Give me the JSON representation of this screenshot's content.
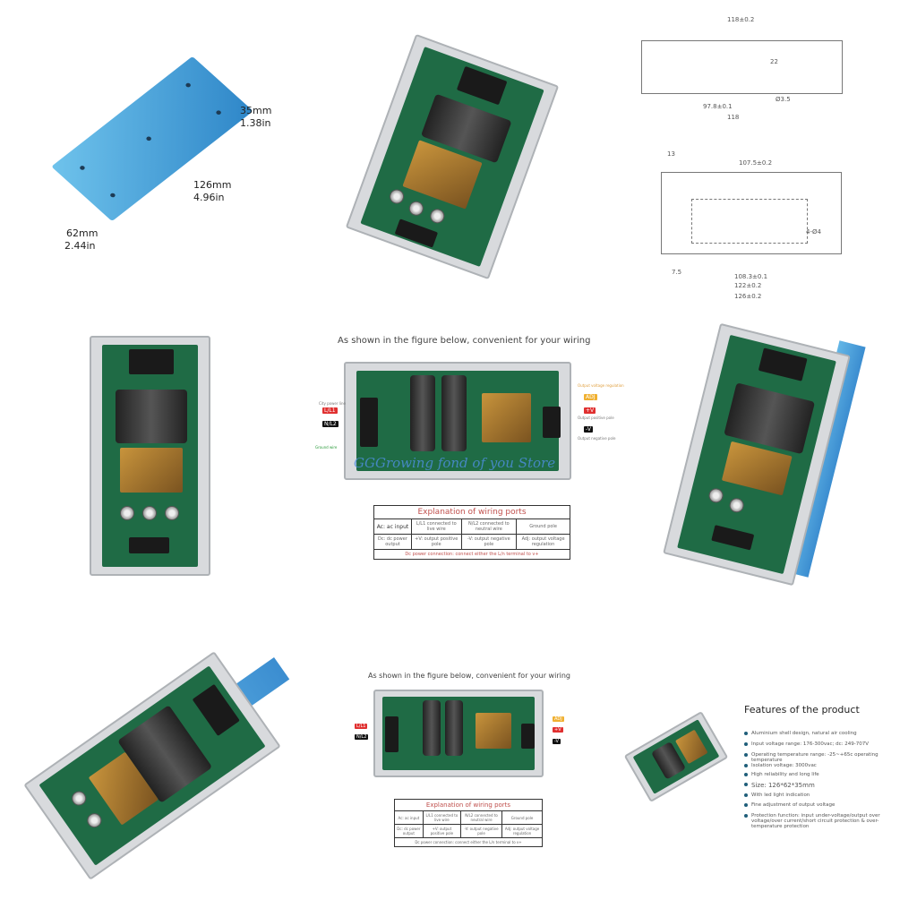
{
  "dimensions": {
    "height_mm": "35mm",
    "height_in": "1.38in",
    "length_mm": "126mm",
    "length_in": "4.96in",
    "width_mm": "62mm",
    "width_in": "2.44in"
  },
  "drawing": {
    "top_labels": [
      "118±0.2",
      "97.8±0.1",
      "118",
      "Ø3.5",
      "22"
    ],
    "bottom_labels": [
      "13",
      "107.5±0.2",
      "108.3±0.1",
      "122±0.2",
      "126±0.2",
      "7.5",
      "4-Ø4"
    ]
  },
  "wiring_caption": "As shown in the figure below, convenient for your wiring",
  "wiring_labels": {
    "city_power": "City power line",
    "l1": "L/L1",
    "n2": "N/L2",
    "ground": "Ground wire",
    "adj": "ADJ",
    "vplus": "+V",
    "vminus": "-V",
    "output_positive": "Output positive pole",
    "output_negative": "Output negative pole",
    "adj_note": "Output voltage regulation"
  },
  "watermark": "GGGrowing fond of you Store",
  "table": {
    "title": "Explanation of wiring ports",
    "rows": [
      [
        "Ac: ac input",
        "L/L1 connected to live wire",
        "N/L2 connected to neutral wire",
        "Ground pole"
      ],
      [
        "Dc: dc power output",
        "+V: output positive pole",
        "-V: output negative pole",
        "Adj: output voltage regulation"
      ]
    ],
    "footer": "Dc power connection: connect either the L/n terminal to v+"
  },
  "features": {
    "title": "Features of the product",
    "items": [
      "Aluminium shell design, natural air cooling",
      "Input voltage range: 176-300vac; dc: 249-707V",
      "Operating temperature range: -25~+65c operating temperature",
      "Isolation voltage: 3000vac",
      "High reliability and long life",
      "Size: 126*62*35mm",
      "With led light indication",
      "Fine adjustment of output voltage",
      "Protection function: input under-voltage/output over voltage/over current/short circuit protection & over-temperature protection"
    ]
  },
  "colors": {
    "case_blue": "#3b8dd0",
    "pcb_green": "#1f6b45",
    "label_red": "#e03030",
    "label_yellow": "#f0b030",
    "title_red": "#c0504d"
  }
}
